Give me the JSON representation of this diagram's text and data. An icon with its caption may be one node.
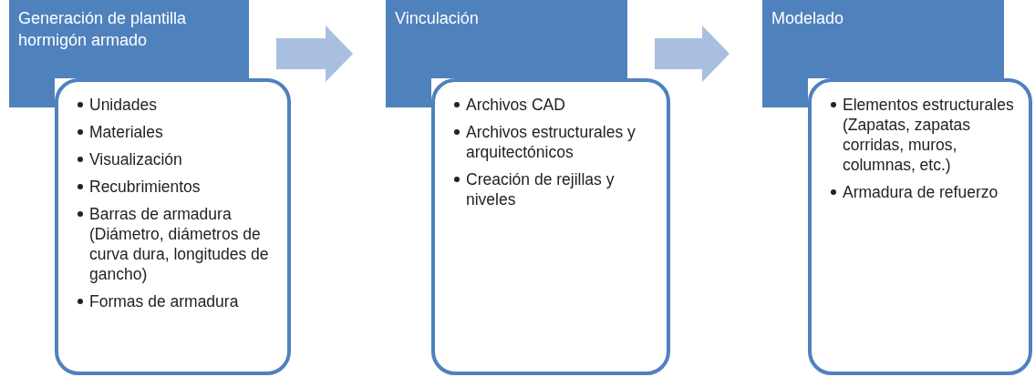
{
  "diagram": {
    "nodes": [
      {
        "text": [
          "Generación de plantilla hormigón armado"
        ]
      },
      {
        "text": [
          "Unidades",
          "Materiales",
          "Visualización",
          "Recubrimientos",
          "Barras de armadura (Diámetro, diámetros de curva dura, longitudes de gancho)",
          "Formas de armadura"
        ]
      },
      {
        "text": [
          "Vinculación"
        ]
      },
      {
        "text": [
          "Archivos CAD",
          "Archivos estructurales y arquitectónicos",
          "Creación de rejillas y niveles"
        ]
      },
      {
        "text": [
          "Modelado"
        ]
      },
      {
        "text": [
          "Elementos estructurales (Zapatas, zapatas corridas, muros, columnas, etc.)",
          "Armadura de refuerzo"
        ]
      }
    ],
    "edges": [
      {
        "from": 0,
        "to": 2,
        "arrow": "to"
      },
      {
        "from": 2,
        "to": 4,
        "arrow": "to"
      }
    ]
  }
}
